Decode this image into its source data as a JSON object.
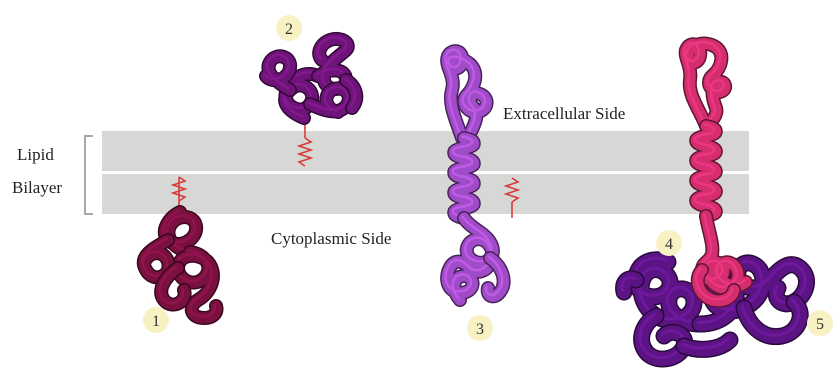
{
  "labels": {
    "lipid": "Lipid",
    "bilayer": "Bilayer",
    "extracellular": "Extracellular Side",
    "cytoplasmic": "Cytoplasmic Side"
  },
  "proteins": [
    {
      "number": "1",
      "color": "#7a1040"
    },
    {
      "number": "2",
      "color": "#6e1478"
    },
    {
      "number": "3",
      "color": "#a04cc8"
    },
    {
      "number": "4",
      "color": "#d42e6e"
    },
    {
      "number": "5",
      "color": "#5c1484"
    }
  ],
  "colors": {
    "membrane": "#d7d8d6",
    "anchor": "#d83a3a",
    "number_badge": "#f8f1c4",
    "bracket": "#a8a8a8"
  }
}
